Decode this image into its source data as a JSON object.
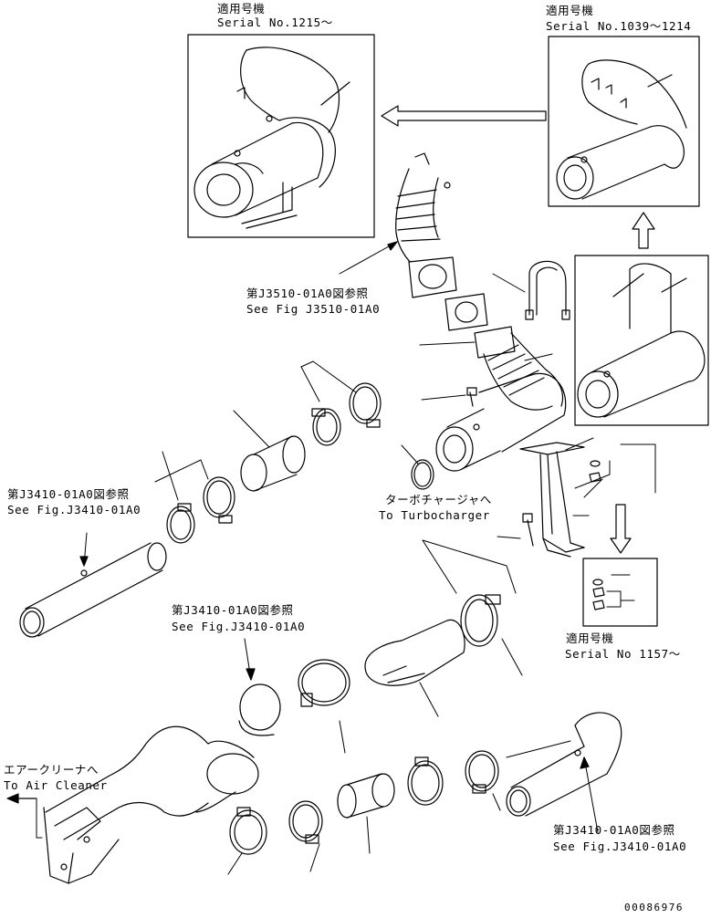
{
  "insets": {
    "top_left": {
      "applicable": "適用号機",
      "serial": "Serial No.1215～"
    },
    "top_right": {
      "applicable": "適用号機",
      "serial": "Serial No.1039～1214"
    },
    "bottom_right": {
      "applicable": "適用号機",
      "serial": "Serial No 1157～"
    }
  },
  "references": {
    "j3510": {
      "jp": "第J3510-01A0図参照",
      "en": "See Fig J3510-01A0"
    },
    "j3410_left": {
      "jp": "第J3410-01A0図参照",
      "en": "See Fig.J3410-01A0"
    },
    "j3410_center": {
      "jp": "第J3410-01A0図参照",
      "en": "See Fig.J3410-01A0"
    },
    "j3410_right": {
      "jp": "第J3410-01A0図参照",
      "en": "See Fig.J3410-01A0"
    }
  },
  "destinations": {
    "turbo": {
      "jp": "ターボチャージャへ",
      "en": "To Turbocharger"
    },
    "air": {
      "jp": "エアークリーナへ",
      "en": "To Air Cleaner"
    }
  },
  "drawing_number": "00086976"
}
